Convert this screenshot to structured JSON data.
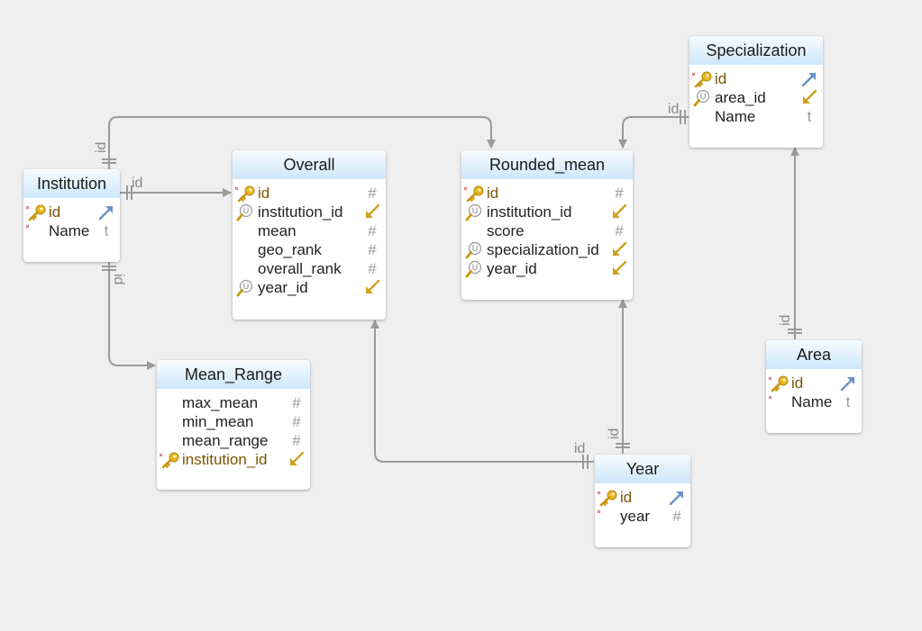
{
  "tables": {
    "institution": {
      "title": "Institution",
      "rows": [
        "id",
        "Name"
      ],
      "types": [
        "",
        "t"
      ]
    },
    "overall": {
      "title": "Overall",
      "rows": [
        "id",
        "institution_id",
        "mean",
        "geo_rank",
        "overall_rank",
        "year_id"
      ],
      "types": [
        "#",
        "",
        "#",
        "#",
        "#",
        ""
      ]
    },
    "rounded_mean": {
      "title": "Rounded_mean",
      "rows": [
        "id",
        "institution_id",
        "score",
        "specialization_id",
        "year_id"
      ],
      "types": [
        "#",
        "",
        "#",
        "",
        ""
      ]
    },
    "specialization": {
      "title": "Specialization",
      "rows": [
        "id",
        "area_id",
        "Name"
      ],
      "types": [
        "",
        "",
        "t"
      ]
    },
    "mean_range": {
      "title": "Mean_Range",
      "rows": [
        "max_mean",
        "min_mean",
        "mean_range",
        "institution_id"
      ],
      "types": [
        "#",
        "#",
        "#",
        ""
      ]
    },
    "area": {
      "title": "Area",
      "rows": [
        "id",
        "Name"
      ],
      "types": [
        "",
        "t"
      ]
    },
    "year": {
      "title": "Year",
      "rows": [
        "id",
        "year"
      ],
      "types": [
        "",
        "#"
      ]
    }
  },
  "link_labels": {
    "institution_top": "id",
    "institution_right": "id",
    "institution_bottom": "id",
    "specialization_left": "id",
    "area_top": "id",
    "year_left": "id",
    "year_top": "id"
  }
}
